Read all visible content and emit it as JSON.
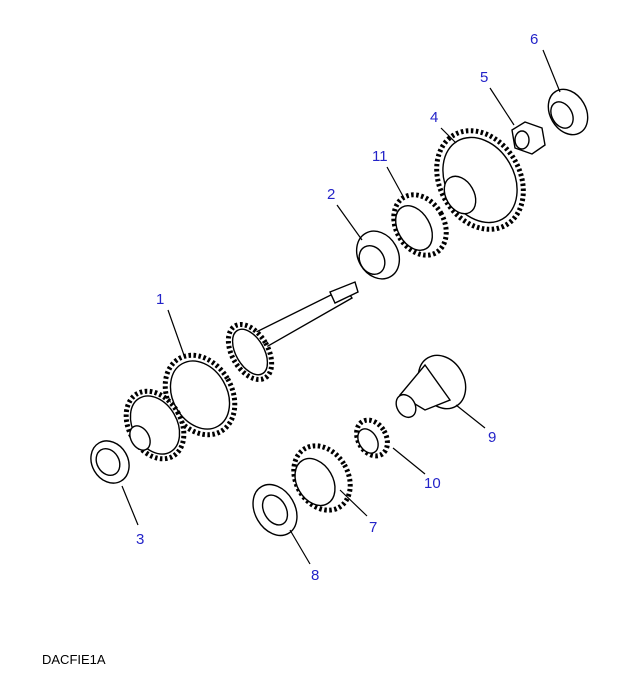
{
  "diagram": {
    "caption": "DACFIE1A",
    "label_color": "#2323c8",
    "callouts": [
      "1",
      "2",
      "3",
      "4",
      "5",
      "6",
      "7",
      "8",
      "9",
      "10",
      "11"
    ]
  }
}
